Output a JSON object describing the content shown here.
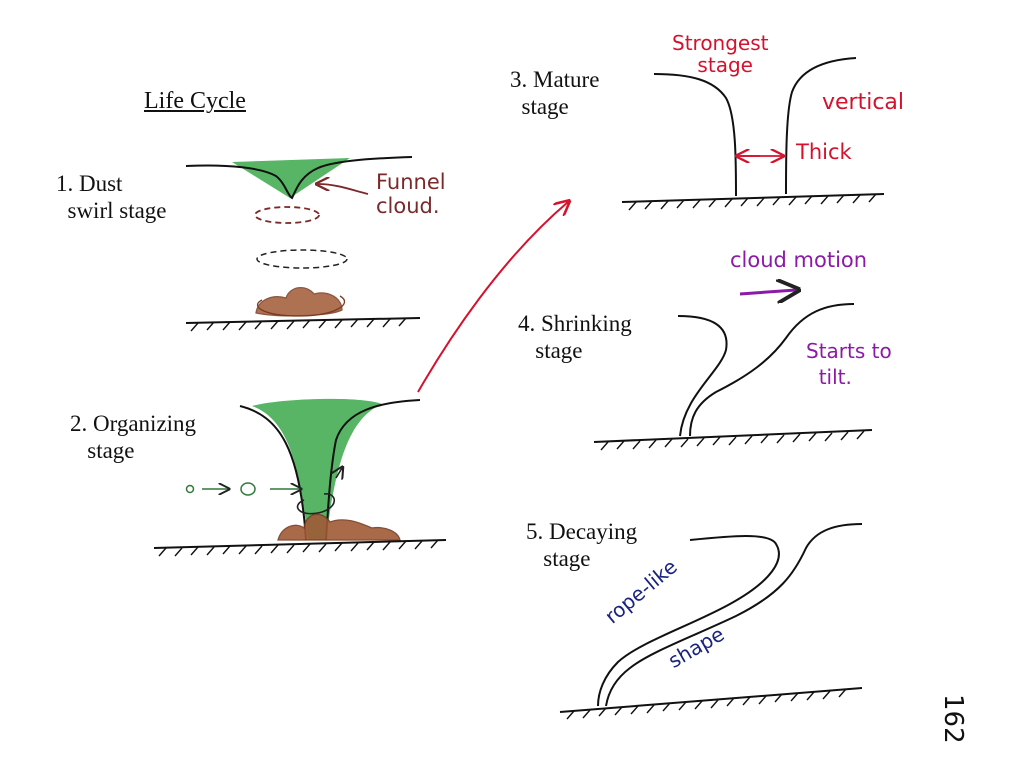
{
  "title": "Life Cycle",
  "stages": [
    {
      "label": "1. Dust\n  swirl stage"
    },
    {
      "label": "2. Organizing\n   stage"
    },
    {
      "label": "3. Mature\n  stage"
    },
    {
      "label": "4. Shrinking\n   stage"
    },
    {
      "label": "5. Decaying\n   stage"
    }
  ],
  "annotations": {
    "funnel_cloud": "Funnel\ncloud.",
    "strongest_stage": "Strongest\n    stage",
    "vertical": "vertical",
    "thick": "Thick",
    "cloud_motion": "cloud motion",
    "starts_to_tilt": "Starts to\n  tilt.",
    "rope_like": "rope-like",
    "shape": "shape",
    "page_number": "162"
  },
  "colors": {
    "ink": "#111111",
    "red": "#d4122e",
    "green": "#2f9e3a",
    "brown": "#8a4a2a",
    "purple": "#8c1aa8",
    "blue": "#1a237e"
  }
}
